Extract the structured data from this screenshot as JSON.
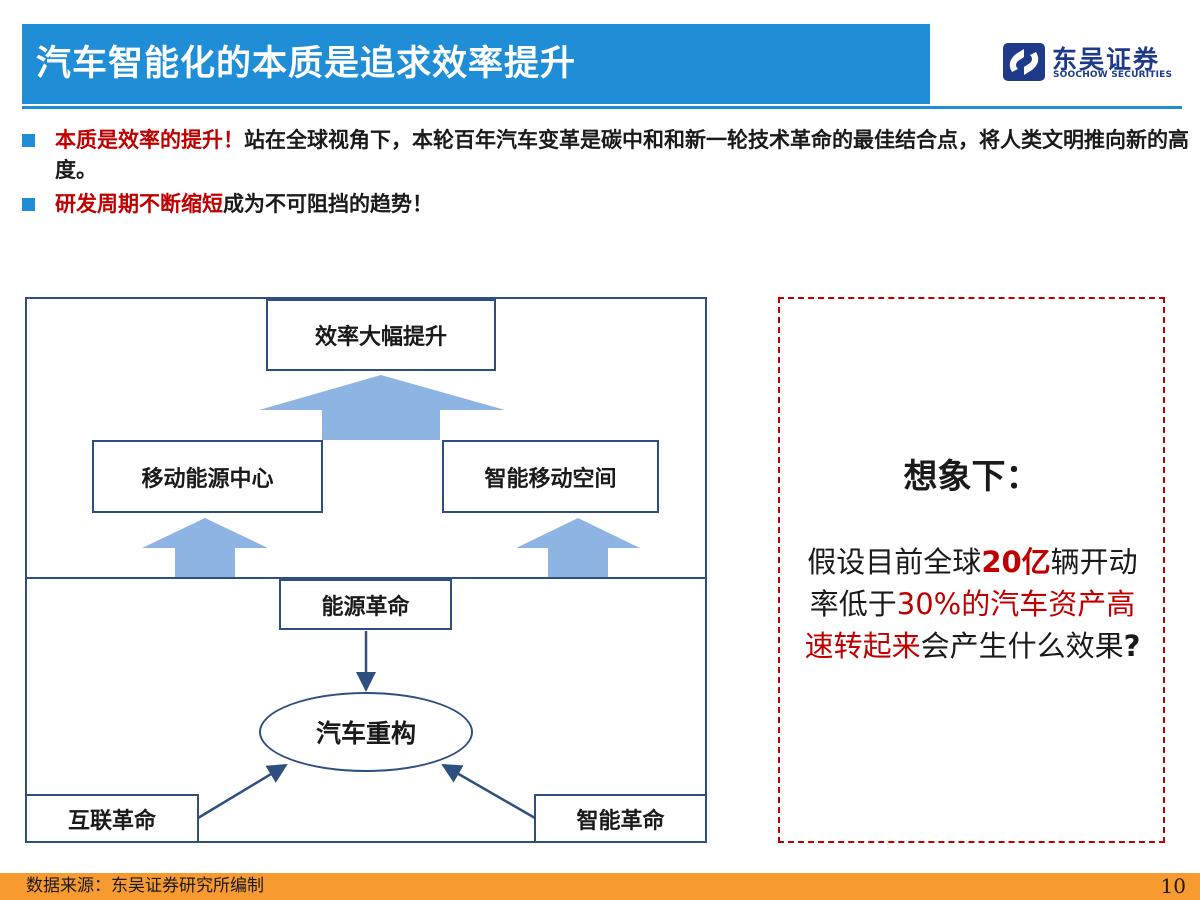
{
  "header": {
    "title": "汽车智能化的本质是追求效率提升",
    "logo_cn": "东吴证券",
    "logo_en": "SOOCHOW SECURITIES",
    "accent_color": "#1f8ed6"
  },
  "bullets": [
    {
      "lead": "本质是效率的提升！",
      "text": "站在全球视角下，本轮百年汽车变革是碳中和和新一轮技术革命的最佳结合点，将人类文明推向新的高度。"
    },
    {
      "lead": "研发周期不断缩短",
      "text": "成为不可阻挡的趋势！"
    }
  ],
  "diagram": {
    "top": "效率大幅提升",
    "left_middle": "移动能源中心",
    "right_middle": "智能移动空间",
    "energy": "能源革命",
    "center": "汽车重构",
    "bottom_left": "互联革命",
    "bottom_right": "智能革命",
    "arrow_color": "#8eb4e3",
    "line_color": "#2f4f7f"
  },
  "callout": {
    "heading": "想象下：",
    "parts": [
      "假设目前全球",
      "20亿",
      "辆开动率低于",
      "30%的",
      "汽车资产高速转起来",
      "会产生什么效果",
      "?"
    ]
  },
  "footer": {
    "source": "数据来源：东吴证券研究所编制",
    "page": "10"
  }
}
